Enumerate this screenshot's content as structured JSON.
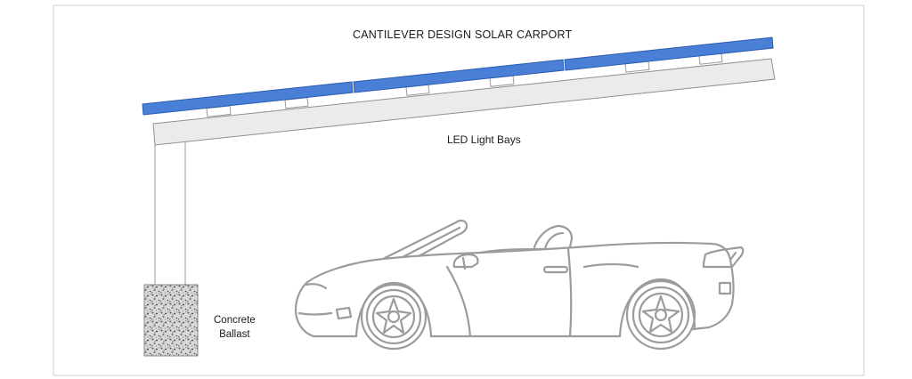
{
  "title": "CANTILEVER DESIGN SOLAR CARPORT",
  "labels": {
    "led_bays": "LED Light Bays",
    "ballast_line1": "Concrete",
    "ballast_line2": "Ballast"
  },
  "colors": {
    "solar_panel": "#4a7fd8",
    "panel_edge": "#2c5cb0",
    "canopy_beam": "#ebebeb",
    "structure_line": "#9a9a9a",
    "car_outline": "#9c9c9c",
    "frame": "#cfcfcf"
  }
}
